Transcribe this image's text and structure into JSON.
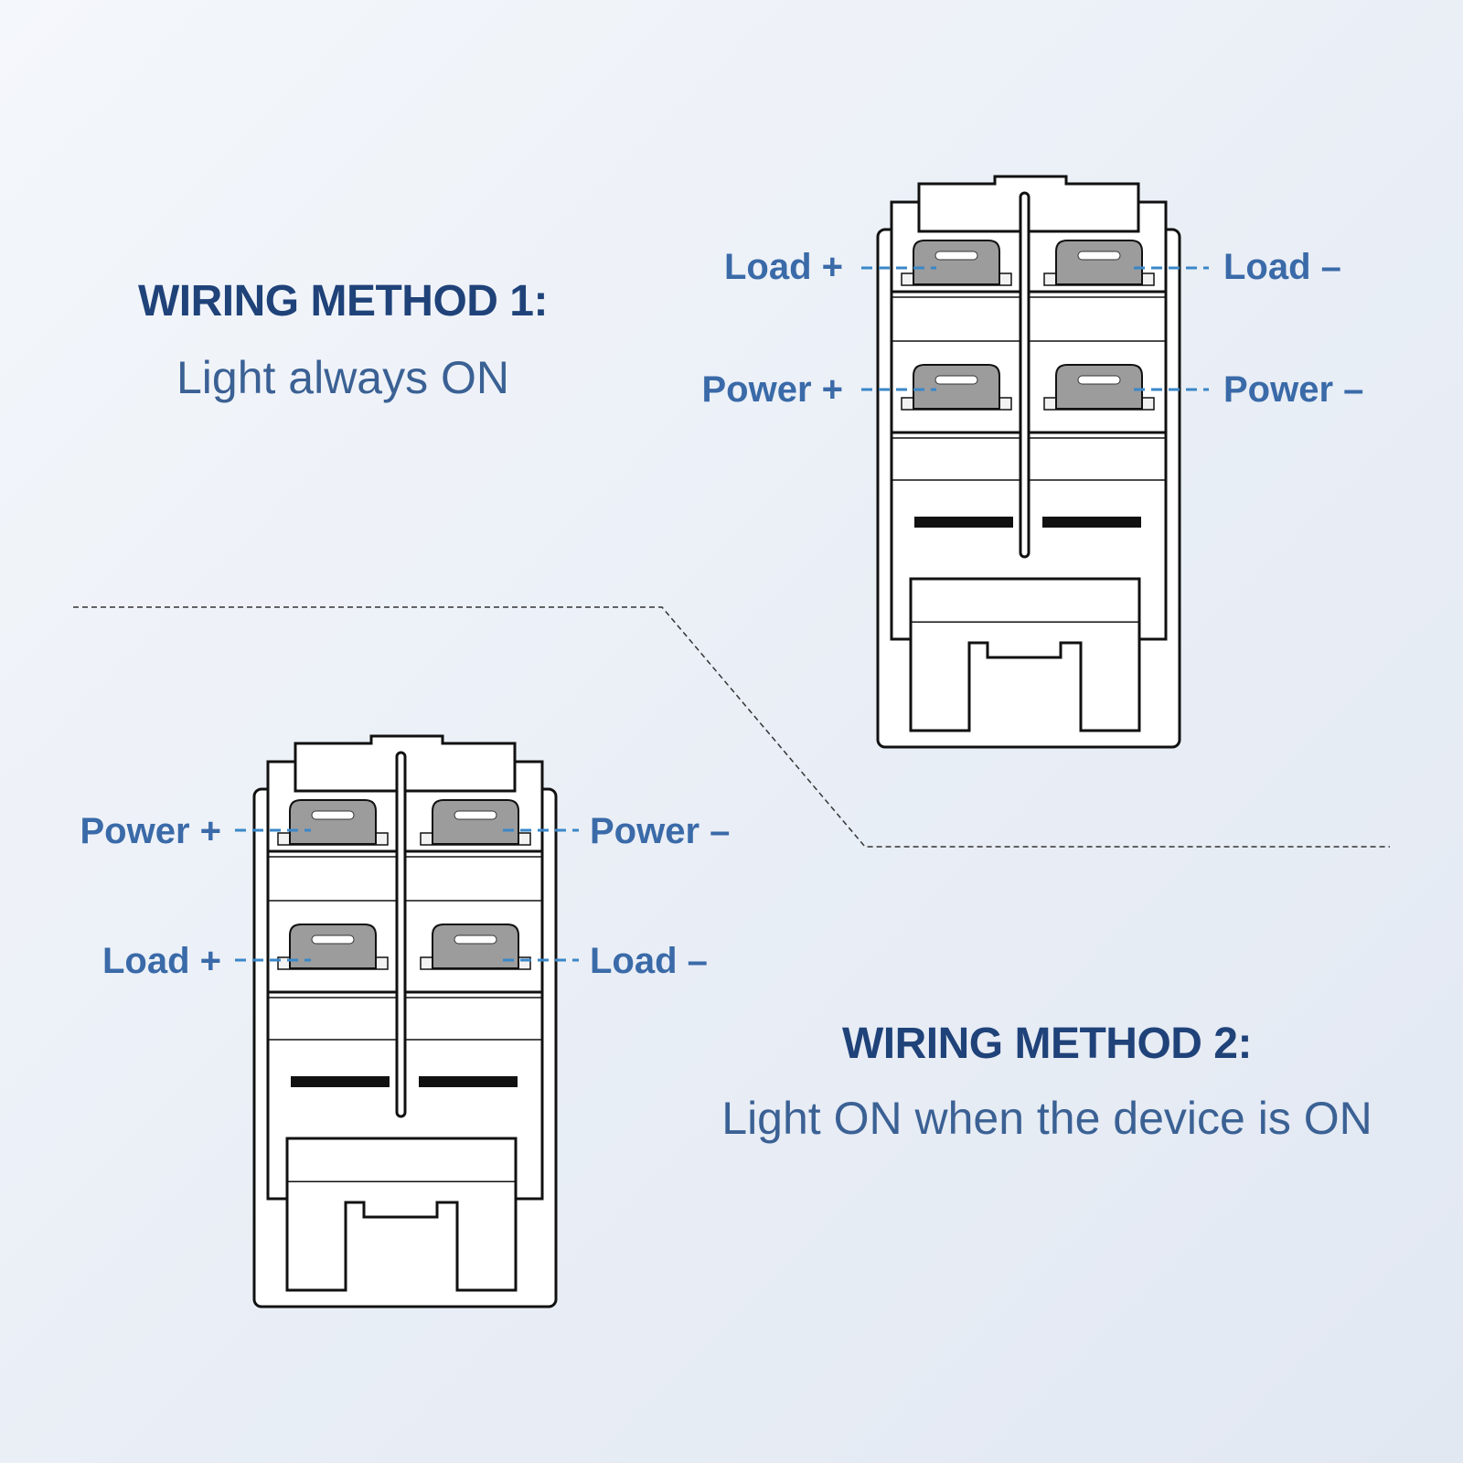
{
  "method1": {
    "title": "WIRING METHOD 1:",
    "subtitle": "Light always ON",
    "labels": {
      "top_left": "Load +",
      "top_right": "Load –",
      "bottom_left": "Power +",
      "bottom_right": "Power –"
    }
  },
  "method2": {
    "title": "WIRING METHOD 2:",
    "subtitle": "Light ON when the device is ON",
    "labels": {
      "top_left": "Power +",
      "top_right": "Power –",
      "bottom_left": "Load +",
      "bottom_right": "Load –"
    }
  },
  "colors": {
    "title": "#1f4279",
    "subtitle": "#3b6194",
    "label": "#3a6aa8",
    "leader": "#3a87c8",
    "terminal": "#9c9c9c",
    "outline": "#111111"
  }
}
